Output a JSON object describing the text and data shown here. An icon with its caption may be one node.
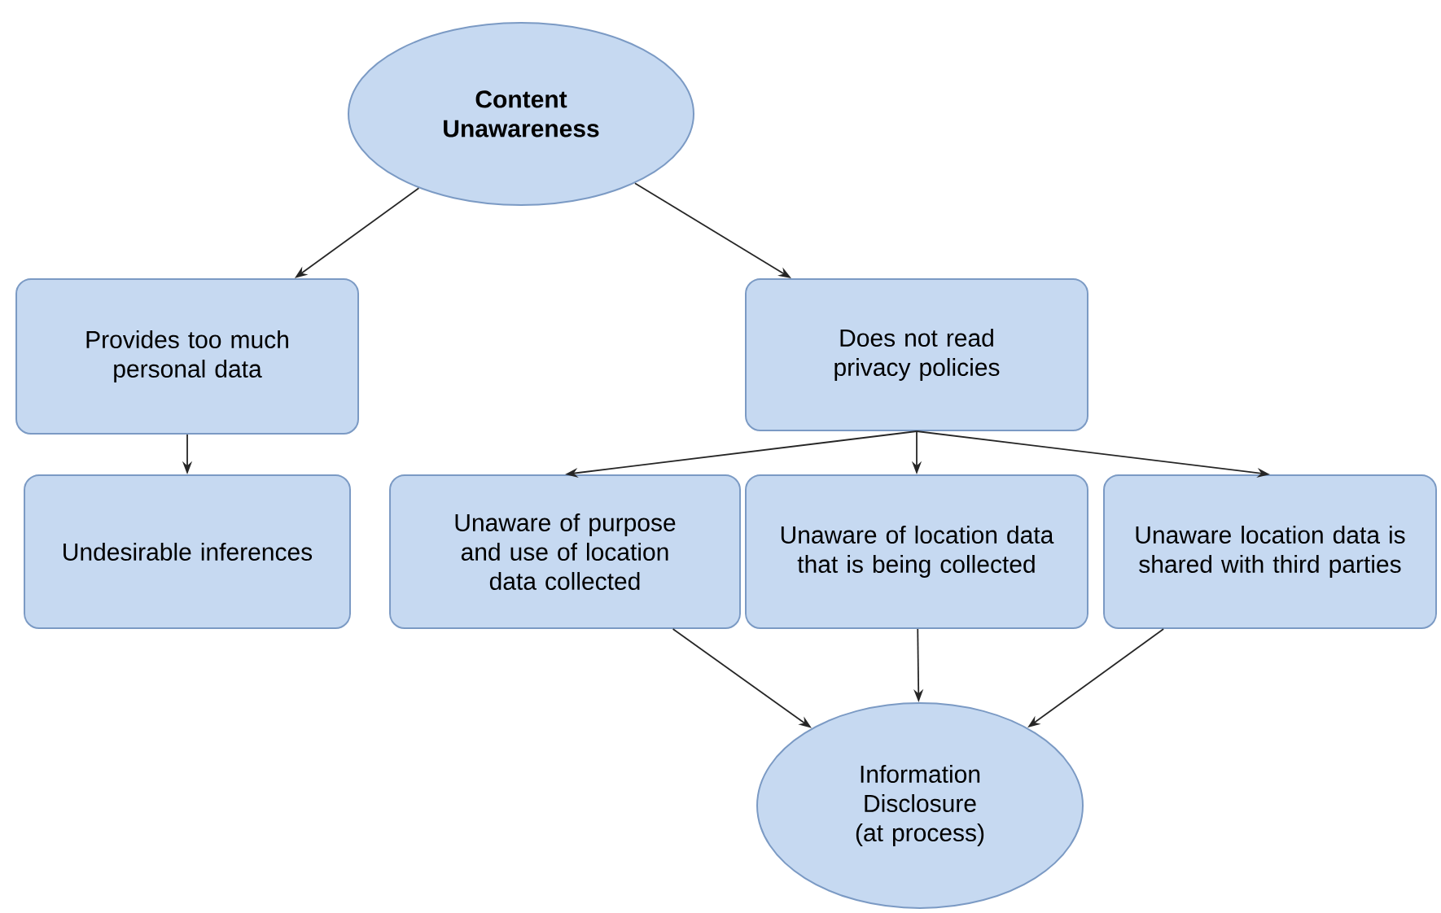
{
  "diagram": {
    "nodes": [
      {
        "text": [
          "Content Unawareness"
        ]
      },
      {
        "text": [
          "Provides too much personal data"
        ]
      },
      {
        "text": [
          "Does not read privacy policies"
        ]
      },
      {
        "text": [
          "Undesirable inferences"
        ]
      },
      {
        "text": [
          "Unaware of purpose and use of location data collected"
        ]
      },
      {
        "text": [
          "Unaware of location data that is being collected"
        ]
      },
      {
        "text": [
          "Unaware location data is shared with third parties"
        ]
      },
      {
        "text": [
          "Information Disclosure (at process)"
        ]
      }
    ],
    "edges": [
      {
        "from": 0,
        "to": 1,
        "arrow": "to"
      },
      {
        "from": 0,
        "to": 2,
        "arrow": "to"
      },
      {
        "from": 1,
        "to": 3,
        "arrow": "to"
      },
      {
        "from": 2,
        "to": 4,
        "arrow": "to"
      },
      {
        "from": 2,
        "to": 5,
        "arrow": "to"
      },
      {
        "from": 2,
        "to": 6,
        "arrow": "to"
      },
      {
        "from": 4,
        "to": 7,
        "arrow": "to"
      },
      {
        "from": 5,
        "to": 7,
        "arrow": "to"
      },
      {
        "from": 6,
        "to": 7,
        "arrow": "to"
      }
    ]
  }
}
